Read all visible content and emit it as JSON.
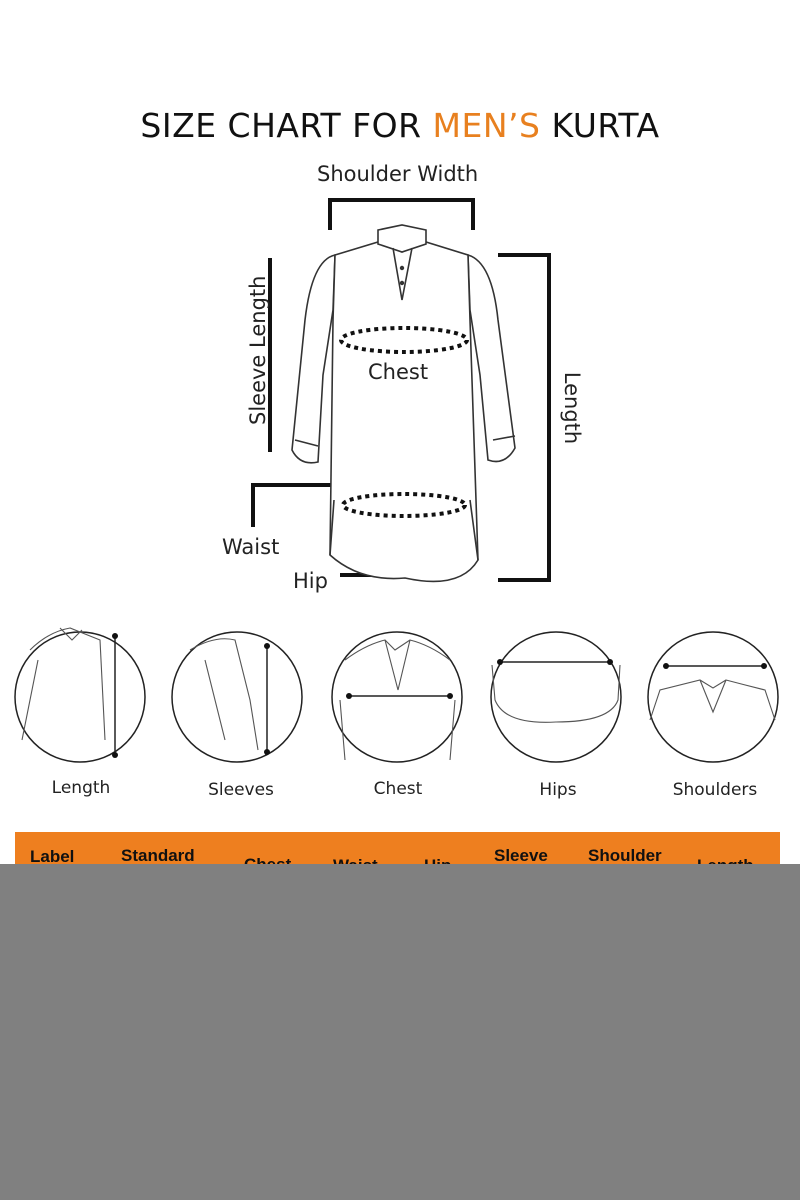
{
  "title": {
    "prefix": "SIZE CHART FOR ",
    "accent": "MEN’S",
    "suffix": " KURTA"
  },
  "diagram_labels": {
    "shoulder_width": "Shoulder Width",
    "sleeve_length": "Sleeve Length",
    "chest": "Chest",
    "length": "Length",
    "waist": "Waist",
    "hip": "Hip"
  },
  "guides": [
    "Length",
    "Sleeves",
    "Chest",
    "Hips",
    "Shoulders"
  ],
  "table": {
    "columns": [
      "Label",
      "Standard",
      "Chest",
      "Waist",
      "Hip",
      "Sleeve",
      "Shoulder",
      "Length"
    ]
  },
  "colors": {
    "accent": "#e8801f",
    "header_bg": "#ee7f1f",
    "overlay": "#808080"
  }
}
